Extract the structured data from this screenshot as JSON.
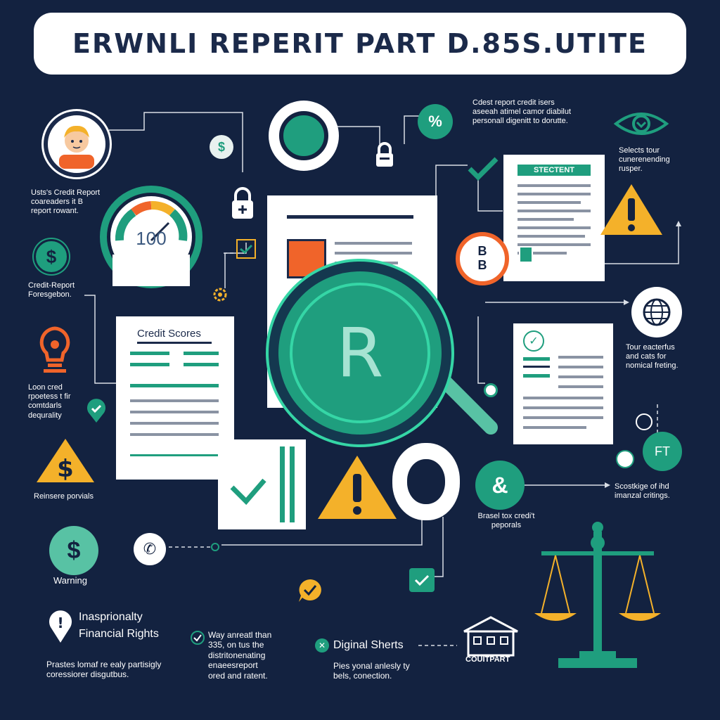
{
  "title": "ERWNLI REPERIT PART D.85S.UTITE",
  "gauge": {
    "value_text": "100"
  },
  "center": {
    "letter": "R"
  },
  "docs": {
    "credit_scores_title": "Credit Scores",
    "statement_title": "STECTENT"
  },
  "labels": {
    "users_report": "Usts's Credit Report\ncoareaders it B\nreport rowant.",
    "credit_report_foresgebon": "Credit-Report\nForesgebon.",
    "loan_cred": "Loon cred\nrpoetess t fir\ncomtdarls\ndequrality",
    "reinsere": "Reinsere porvials",
    "warning": "Warning",
    "top_right_text": "Cdest report credit isers\naseeah atimel camor diabilut\npersonall digenitt to dorutte.",
    "selects_text": "Selects tour\ncunerenending\nrusper.",
    "your_text": "Tour eacterfus\nand cats for\nnomical freting.",
    "brasel_text": "Brasel tox credi't\npeporals",
    "scostkige_text": "Scostkige of ihd\nimanzal critings.",
    "insp_line1": "Inasprionalty",
    "insp_line2": "Financial Rights",
    "prastes_text": "Prastes lomaf re ealy partisigly\ncoressiorer disgutbus.",
    "way_text": "Way anreatl than\n335, on tus the\ndistritonenating\nenaeesreport\nored and ratent.",
    "diginal_title": "Diginal Sherts",
    "pies_text": "Pies yonal anlesly ty\nbels, conection.",
    "courtpart": "COUITPART",
    "ft": "FT",
    "b_letter": "B",
    "bb_letters": "B\nB"
  },
  "colors": {
    "background": "#132240",
    "teal": "#1f9e7e",
    "teal_light": "#35d6a6",
    "orange": "#f0642a",
    "yellow": "#f4b12a",
    "dark": "#1b2a4a",
    "gray": "#8a93a3"
  },
  "icons": [
    "person-avatar-icon",
    "dollar-coin-icon",
    "lock-icon",
    "percent-icon",
    "checkmark-icon",
    "eye-icon",
    "warning-icon",
    "speedometer-gauge-icon",
    "lightbulb-icon",
    "globe-chat-icon",
    "scales-of-justice-icon",
    "phone-icon",
    "courthouse-icon",
    "magnifying-glass-icon",
    "ring-icon",
    "location-alert-icon"
  ]
}
